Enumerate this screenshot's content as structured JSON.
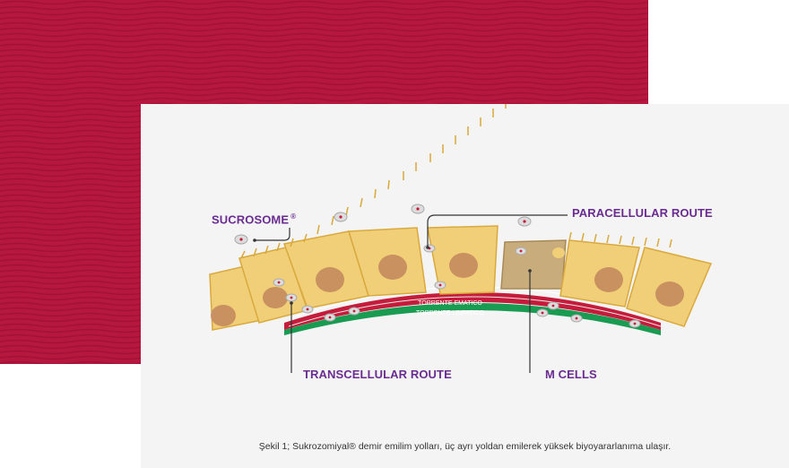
{
  "colors": {
    "background_band": "#b5173f",
    "card": "#f4f4f4",
    "label": "#6a2c91",
    "cell_fill": "#f0cf78",
    "cell_stroke": "#d9a93d",
    "nucleus": "#c99060",
    "blood_stream": "#c41c3a",
    "lymph_stream": "#1a9b52"
  },
  "labels": {
    "sucrosome": "SUCROSOME",
    "registered_mark": "®",
    "paracellular": "PARACELLULAR ROUTE",
    "transcellular": "TRANSCELLULAR ROUTE",
    "m_cells": "M CELLS",
    "blood_stream": "TORRENTE EMATICO",
    "lymph_stream": "TORRENTE LINFATICO"
  },
  "caption": "Şekil 1; Sukrozomiyal® demir emilim yolları, üç ayrı yoldan emilerek yüksek biyoyararlanıma ulaşır."
}
